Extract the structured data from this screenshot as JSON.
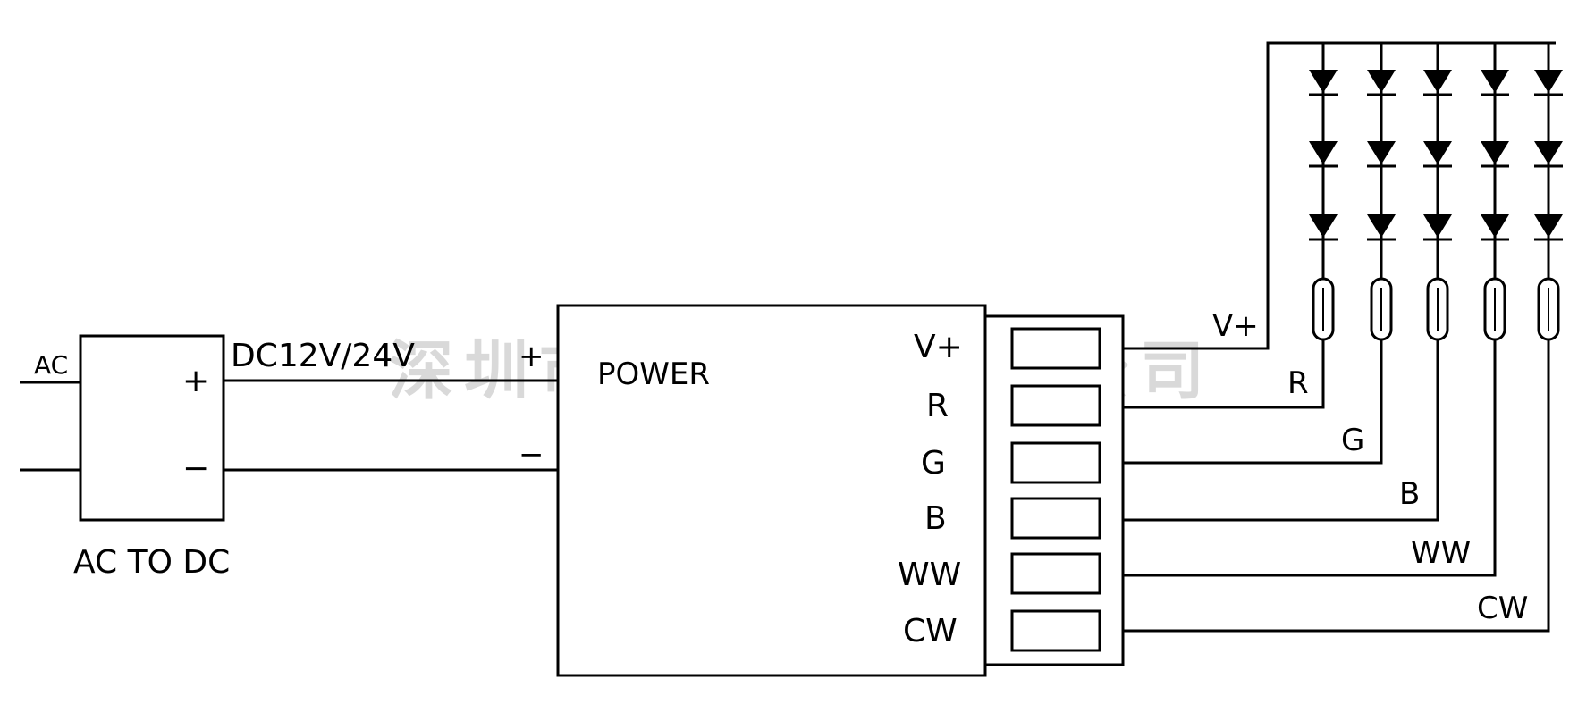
{
  "ac_label": "AC",
  "converter": {
    "title": "AC TO DC",
    "plus": "+",
    "minus": "−"
  },
  "dc_label": "DC12V/24V",
  "controller": {
    "title": "POWER",
    "plus": "+",
    "minus": "−"
  },
  "terminals": [
    "V+",
    "R",
    "G",
    "B",
    "WW",
    "CW"
  ],
  "output_labels": [
    "V+",
    "R",
    "G",
    "B",
    "WW",
    "CW"
  ],
  "led_strip": {
    "channels": [
      "R",
      "G",
      "B",
      "WW",
      "CW"
    ],
    "leds_per_channel": 3
  },
  "watermark": "深圳市炘恩照明有限公司"
}
